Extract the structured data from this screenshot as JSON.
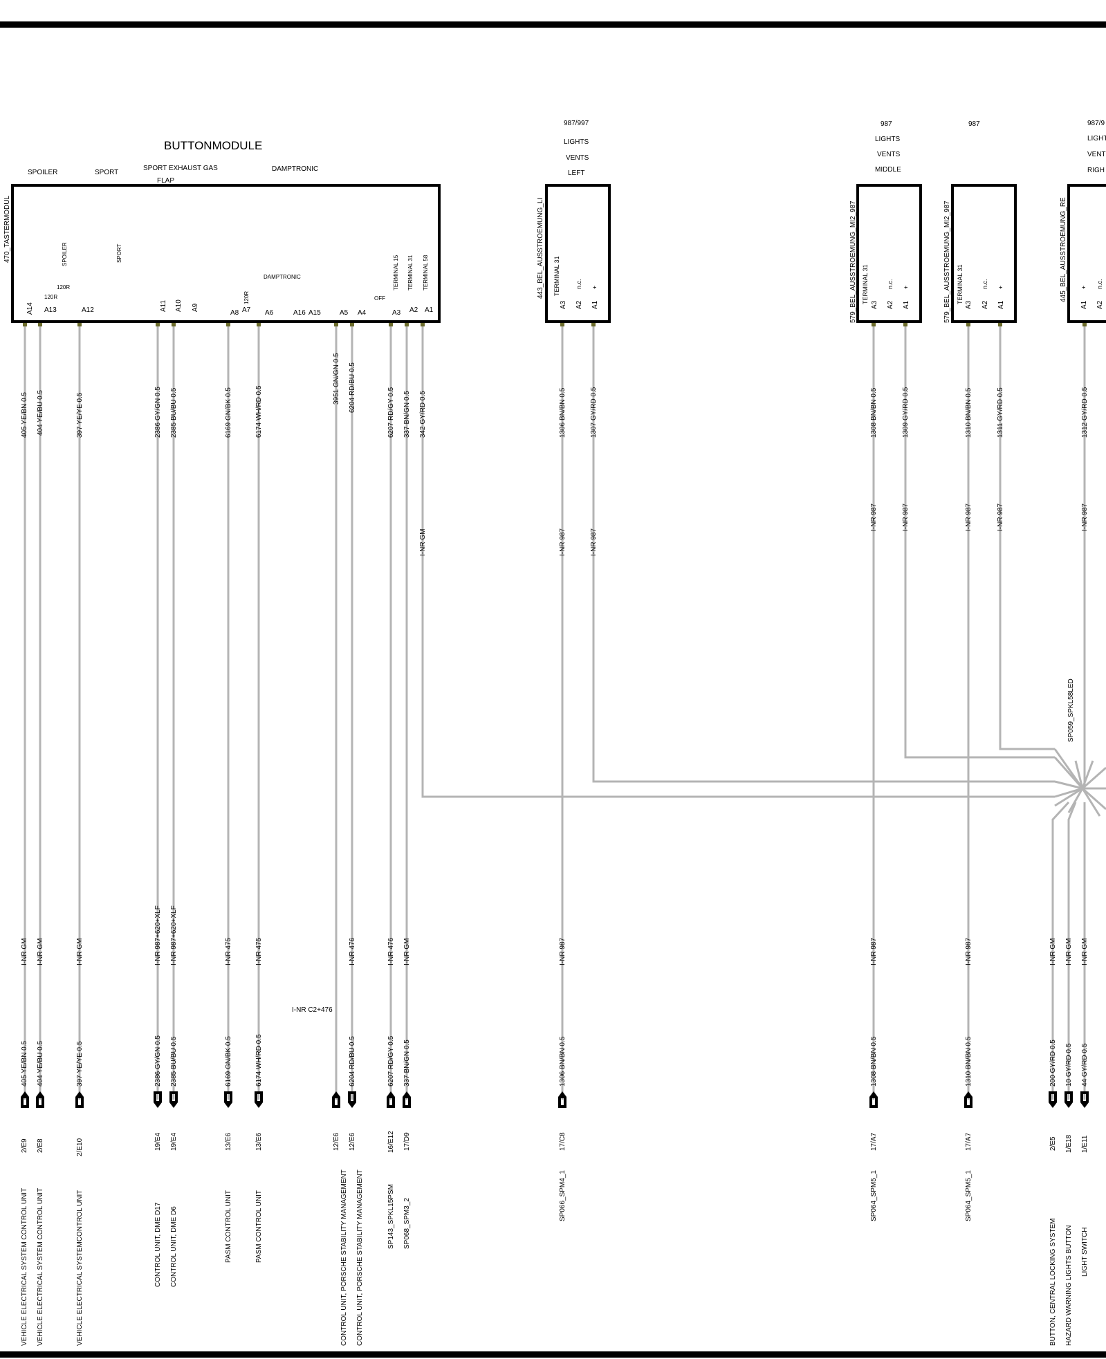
{
  "module": {
    "title": "BUTTONMODULE",
    "side_label": "470_TASTERMODUL",
    "header_labels": [
      "SPOILER",
      "SPORT",
      "SPORT EXHAUST GAS",
      "FLAP",
      "DAMPTRONIC"
    ],
    "inner_labels": [
      "SPOILER",
      "SPORT",
      "120R",
      "120R",
      "120R",
      "DAMPTRONIC",
      "OFF",
      "TERMINAL 15",
      "TERMINAL 31",
      "TERMINAL 58"
    ],
    "pins": [
      "A14",
      "A13",
      "A12",
      "A11",
      "A10",
      "A9",
      "A8",
      "A7",
      "A6",
      "A16",
      "A15",
      "A5",
      "A4",
      "A3",
      "A2",
      "A1"
    ]
  },
  "lights": [
    {
      "id": "left",
      "code": "987/997",
      "l1": "LIGHTS",
      "l2": "VENTS",
      "l3": "LEFT",
      "name": "443_BEL_AUSSTROEMUNG_LI",
      "term": "TERMINAL 31",
      "pins": [
        "A3",
        "A2",
        "A1"
      ],
      "pinlabels": [
        "n.c.",
        "+"
      ]
    },
    {
      "id": "mid1",
      "code": "987",
      "l1": "LIGHTS",
      "l2": "VENTS",
      "l3": "MIDDLE",
      "name": "579_BEL_AUSSTROEMUNG_MI2_987",
      "term": "TERMINAL 31",
      "pins": [
        "A3",
        "A2",
        "A1"
      ],
      "pinlabels": [
        "n.c.",
        "+"
      ]
    },
    {
      "id": "mid2",
      "code": "987",
      "l1": "",
      "l2": "",
      "l3": "",
      "name": "579_BEL_AUSSTROEMUNG_MI2_987",
      "term": "TERMINAL 31",
      "pins": [
        "A3",
        "A2",
        "A1"
      ],
      "pinlabels": [
        "n.c.",
        "+"
      ]
    },
    {
      "id": "right",
      "code": "987/9",
      "l1": "LIGHT",
      "l2": "VENT",
      "l3": "RIGH",
      "name": "445_BEL_AUSSTROEMUNG_RE",
      "term": "",
      "pins": [
        "A1",
        "A2"
      ],
      "pinlabels": [
        "+",
        "n.c."
      ]
    }
  ],
  "wires_top": [
    "405 YE/BN 0.5",
    "404 YE/BU 0.5",
    "397 YE/YE 0.5",
    "2386 GY/GN 0.5",
    "2385 BU/BU 0.5",
    "6169 GN/BK 0.5",
    "6174 WH/RD 0.5",
    "3951 GN/GN 0.5",
    "6204 RD/BU 0.5",
    "6207 RD/GY 0.5",
    "337 BN/GN 0.5",
    "342 GY/RD 0.5",
    "1306 BN/BN 0.5",
    "1307 GY/RD 0.5",
    "1308 BN/BN 0.5",
    "1309 GY/RD 0.5",
    "1310 BN/BN 0.5",
    "1311 GY/RD 0.5",
    "1312 GY/RD 0.5"
  ],
  "inr_mid": [
    "I-NR GM",
    "I-NR 987",
    "I-NR 987",
    "I-NR 987",
    "I-NR 987",
    "I-NR 987",
    "I-NR 987",
    "I-NR 987"
  ],
  "splice": "SP059_SPKL58LED",
  "inr_low": [
    "I-NR GM",
    "I-NR GM",
    "I-NR GM",
    "I-NR 987+620+XLF",
    "I-NR 987+620+XLF",
    "I-NR 475",
    "I-NR 475",
    "I-NR 476",
    "I-NR 476",
    "I-NR GM",
    "I-NR 987",
    "I-NR 987",
    "I-NR 987",
    "I-NR GM",
    "I-NR GM",
    "I-NR GM"
  ],
  "inr_c2": "I-NR C2+476",
  "wires_bottom": [
    "405 YE/BN 0.5",
    "404 YE/BU 0.5",
    "397 YE/YE 0.5",
    "2386 GY/GN 0.5",
    "2385 BU/BU 0.5",
    "6169 GN/BK 0.5",
    "6174 WH/RD 0.5",
    "6204 RD/BU 0.5",
    "6207 RD/GY 0.5",
    "337 BN/GN 0.5",
    "1306 BN/BN 0.5",
    "1308 BN/BN 0.5",
    "1310 BN/BN 0.5",
    "200 GY/RD 0.5",
    "10 GY/RD 0.5",
    "44 GY/RD 0.5"
  ],
  "refs": [
    "2/E9",
    "2/E8",
    "2/E10",
    "19/E4",
    "19/E4",
    "13/E6",
    "13/E6",
    "12/E6",
    "12/E6",
    "16/E12",
    "17/D9",
    "17/C8",
    "17/A7",
    "17/A7",
    "2/E5",
    "1/E18",
    "1/E11"
  ],
  "dests": [
    "VEHICLE ELECTRICAL SYSTEM CONTROL UNIT",
    "VEHICLE ELECTRICAL SYSTEM CONTROL UNIT",
    "VEHICLE ELECTRICAL SYSTEMCONTROL UNIT",
    "CONTROL UNIT, DME    D17",
    "CONTROL UNIT, DME    D6",
    "PASM CONTROL UNIT",
    "PASM CONTROL UNIT",
    "CONTROL UNIT, PORSCHE STABILITY MANAGEMENT",
    "CONTROL UNIT, PORSCHE STABILITY MANAGEMENT",
    "SP143_SPKL15PSM",
    "SP068_SPM3_2",
    "SP066_SPM4_1",
    "SP064_SPM5_1",
    "SP064_SPM5_1",
    "BUTTON, CENTRAL LOCKING SYSTEM",
    "HAZARD WARNING LIGHTS  BUTTON",
    "LIGHT SWITCH"
  ]
}
